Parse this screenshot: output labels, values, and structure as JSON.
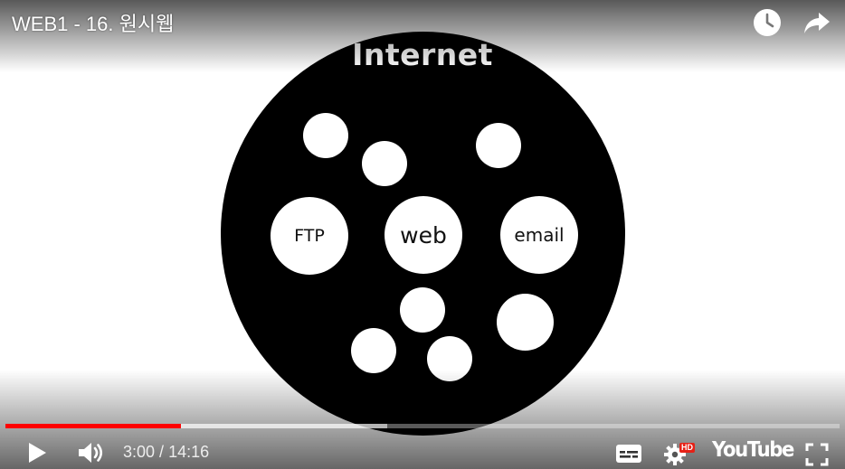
{
  "video": {
    "title": "WEB1 - 16. 원시웹"
  },
  "slide": {
    "heading": "Internet",
    "labeled_nodes": [
      {
        "label": "FTP"
      },
      {
        "label": "web"
      },
      {
        "label": "email"
      }
    ]
  },
  "controls": {
    "current_time": "3:00",
    "separator": " / ",
    "duration": "14:16",
    "progress_fraction": 0.2104,
    "buffered_fraction": 0.458,
    "hd_badge": "HD",
    "brand": "YouTube"
  },
  "colors": {
    "progress_played": "#ff0000",
    "hd_badge": "#e62117"
  },
  "icons": {
    "watch_later": "clock-icon",
    "share": "share-arrow-icon",
    "play": "play-icon",
    "volume": "volume-icon",
    "subtitles": "subtitles-icon",
    "settings": "gear-icon",
    "fullscreen": "fullscreen-icon"
  }
}
